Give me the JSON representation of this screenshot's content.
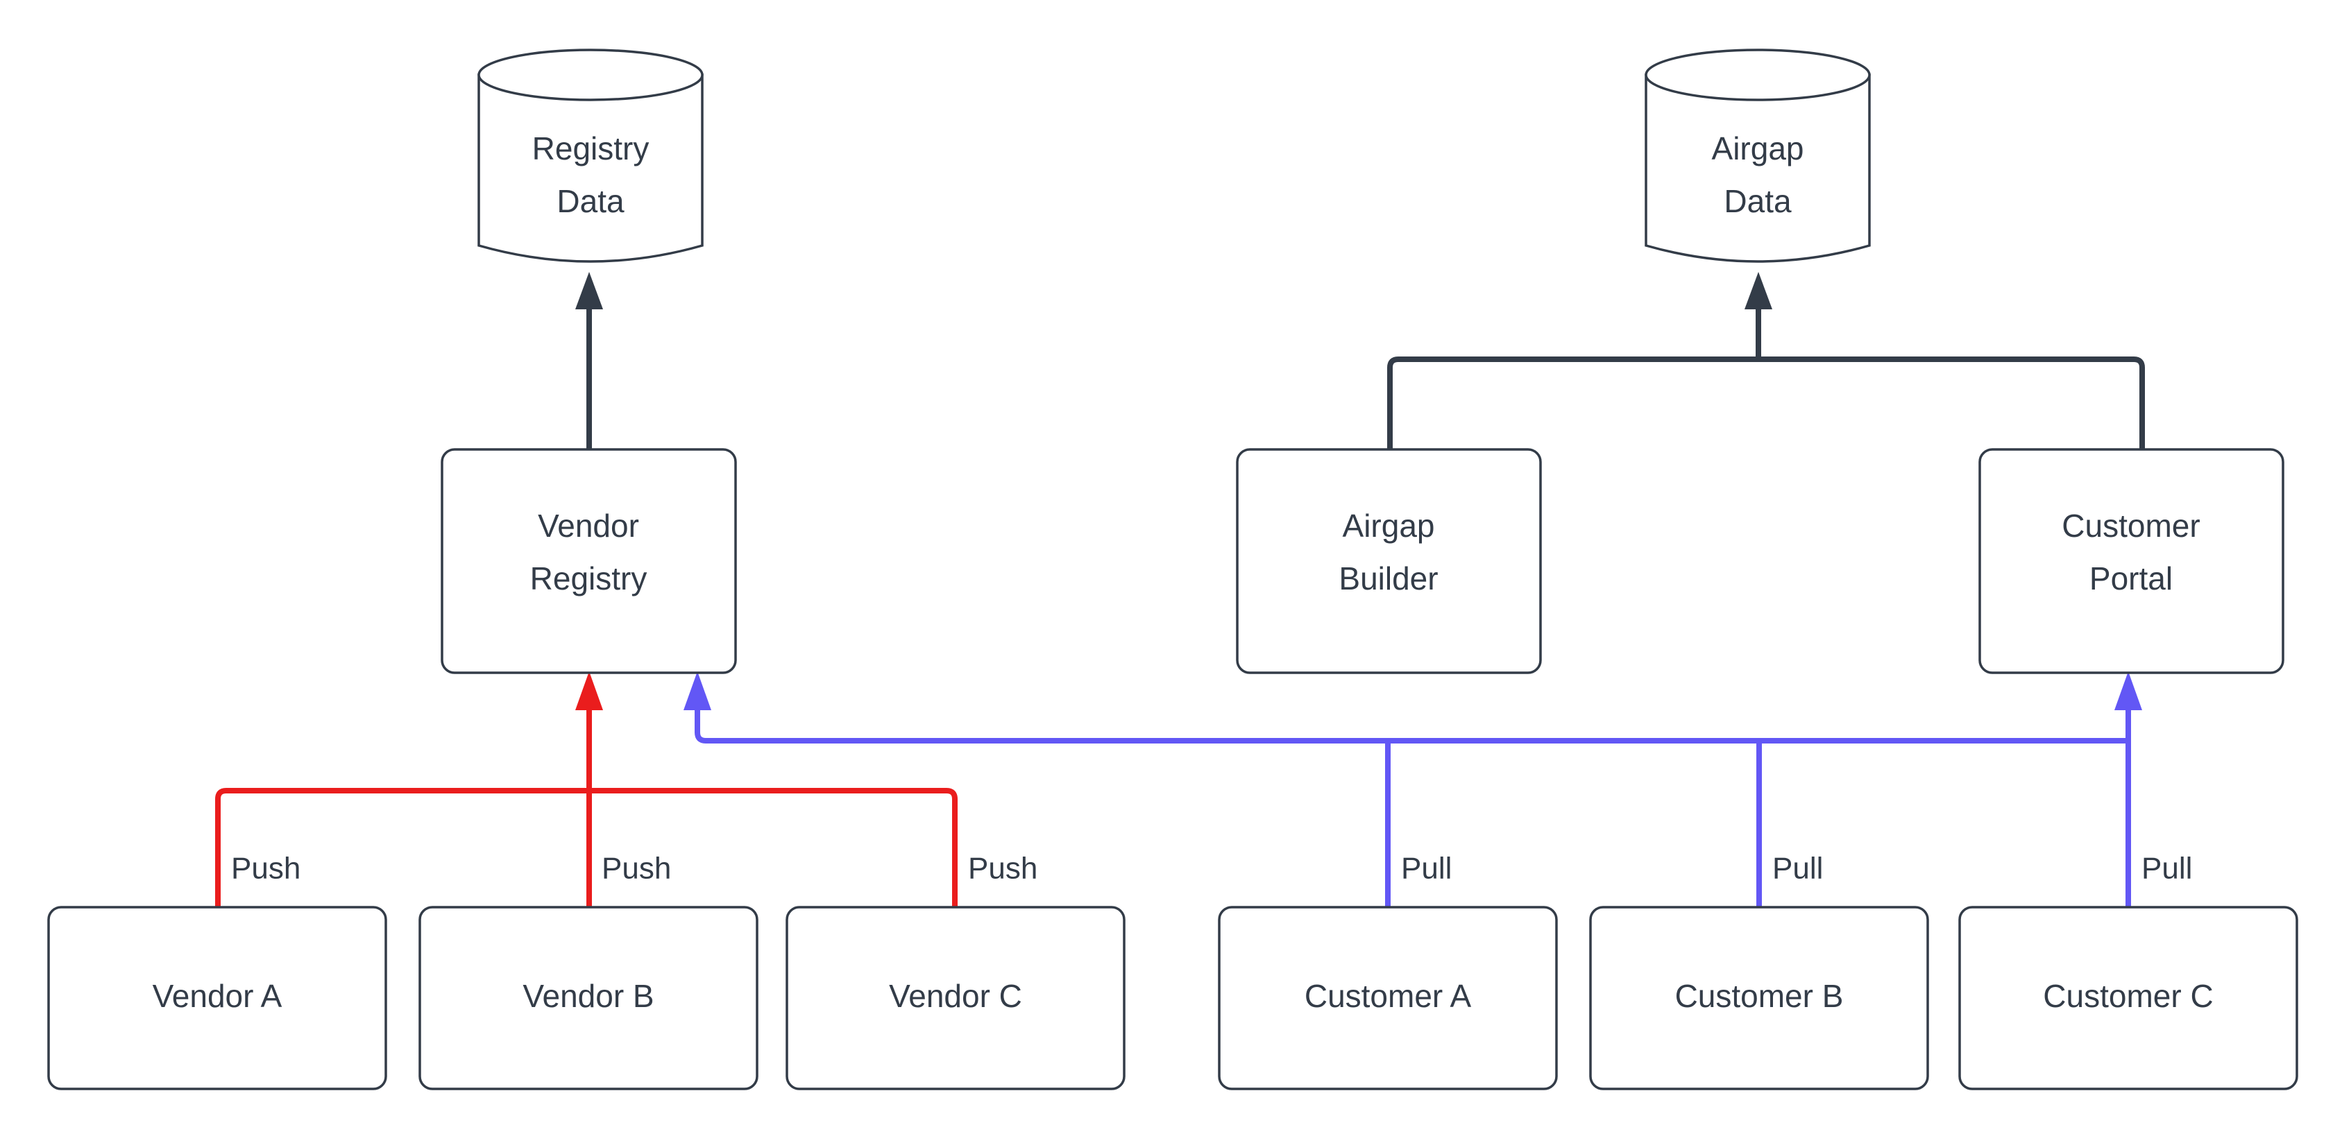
{
  "diagram": {
    "title": "",
    "background_color": "#ffffff",
    "colors": {
      "stroke_dark": "#333c48",
      "push_red": "#ea1d1d",
      "pull_blue": "#6257f5",
      "node_fill": "#ffffff"
    },
    "datastores": [
      {
        "id": "registry-data",
        "line1": "Registry",
        "line2": "Data"
      },
      {
        "id": "airgap-data",
        "line1": "Airgap",
        "line2": "Data"
      }
    ],
    "services": [
      {
        "id": "vendor-registry",
        "line1": "Vendor",
        "line2": "Registry"
      },
      {
        "id": "airgap-builder",
        "line1": "Airgap",
        "line2": "Builder"
      },
      {
        "id": "customer-portal",
        "line1": "Customer",
        "line2": "Portal"
      }
    ],
    "vendors": [
      {
        "id": "vendor-a",
        "label": "Vendor A",
        "edge_label": "Push"
      },
      {
        "id": "vendor-b",
        "label": "Vendor B",
        "edge_label": "Push"
      },
      {
        "id": "vendor-c",
        "label": "Vendor C",
        "edge_label": "Push"
      }
    ],
    "customers": [
      {
        "id": "customer-a",
        "label": "Customer A",
        "edge_label": "Pull"
      },
      {
        "id": "customer-b",
        "label": "Customer B",
        "edge_label": "Pull"
      },
      {
        "id": "customer-c",
        "label": "Customer C",
        "edge_label": "Pull"
      }
    ],
    "edge_labels": {
      "push_1": "Push",
      "push_2": "Push",
      "push_3": "Push",
      "pull_1": "Pull",
      "pull_2": "Pull",
      "pull_3": "Pull"
    }
  }
}
